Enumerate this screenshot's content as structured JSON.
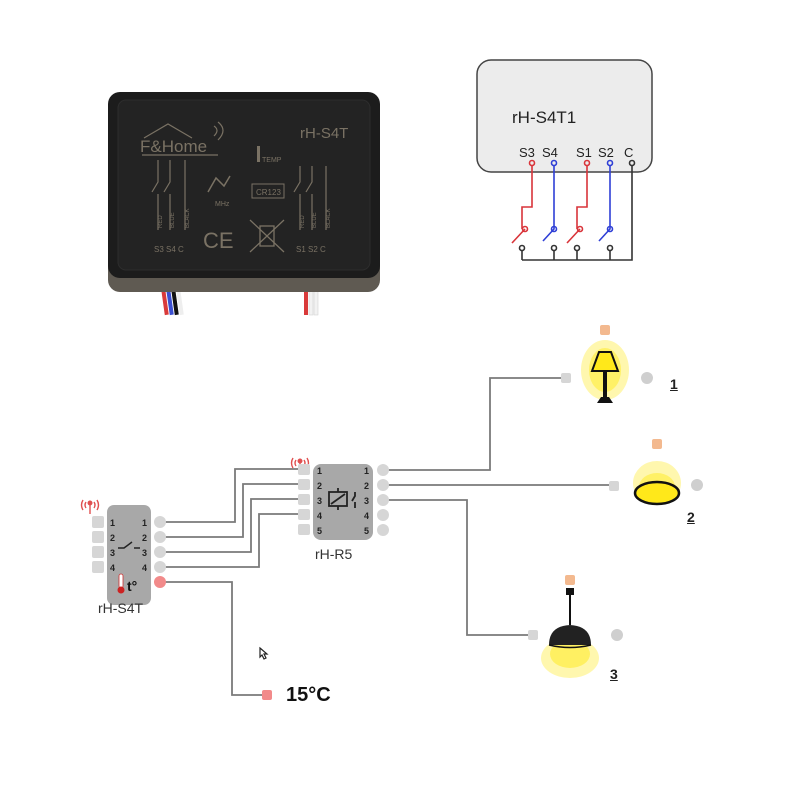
{
  "product_photo": {
    "brand_logo": "F&Home",
    "model": "rH-S4T",
    "temp_label": "TEMP",
    "mhz_label": "MHz",
    "battery_label": "CR123",
    "ce_mark": "CE",
    "left_wire_labels": [
      "RED",
      "BLUE",
      "BLACK"
    ],
    "right_wire_labels": [
      "RED",
      "BLUE",
      "BLACK"
    ],
    "left_terminals": "S3 S4  C",
    "right_terminals": "S1 S2  C"
  },
  "wiring_diagram": {
    "title": "rH-S4T1",
    "terminals": [
      {
        "label": "S3",
        "color": "#d9343a"
      },
      {
        "label": "S4",
        "color": "#2f3fd6"
      },
      {
        "label": "S1",
        "color": "#d9343a"
      },
      {
        "label": "S2",
        "color": "#2f3fd6"
      },
      {
        "label": "C",
        "color": "#333333"
      }
    ]
  },
  "devices": {
    "sensor": {
      "name": "rH-S4T",
      "left_ports": [
        "1",
        "2",
        "3",
        "4"
      ],
      "right_ports": [
        "1",
        "2",
        "3",
        "4"
      ],
      "temp_symbol": "t°"
    },
    "relay": {
      "name": "rH-R5",
      "left_ports": [
        "1",
        "2",
        "3",
        "4",
        "5"
      ],
      "right_ports": [
        "1",
        "2",
        "3",
        "4",
        "5"
      ]
    }
  },
  "outputs": {
    "temperature": "15°C",
    "lamps": [
      {
        "label": "1",
        "type": "table-lamp"
      },
      {
        "label": "2",
        "type": "ceiling-light"
      },
      {
        "label": "3",
        "type": "pendant-lamp"
      }
    ]
  },
  "colors": {
    "device_gray": "#a8a8a8",
    "port_gray": "#cfcfcf",
    "wire": "#777777",
    "alarm_red": "#f28a8a",
    "lamp_yellow": "#ffe81a",
    "lamp_dot": "#f3b98f"
  }
}
